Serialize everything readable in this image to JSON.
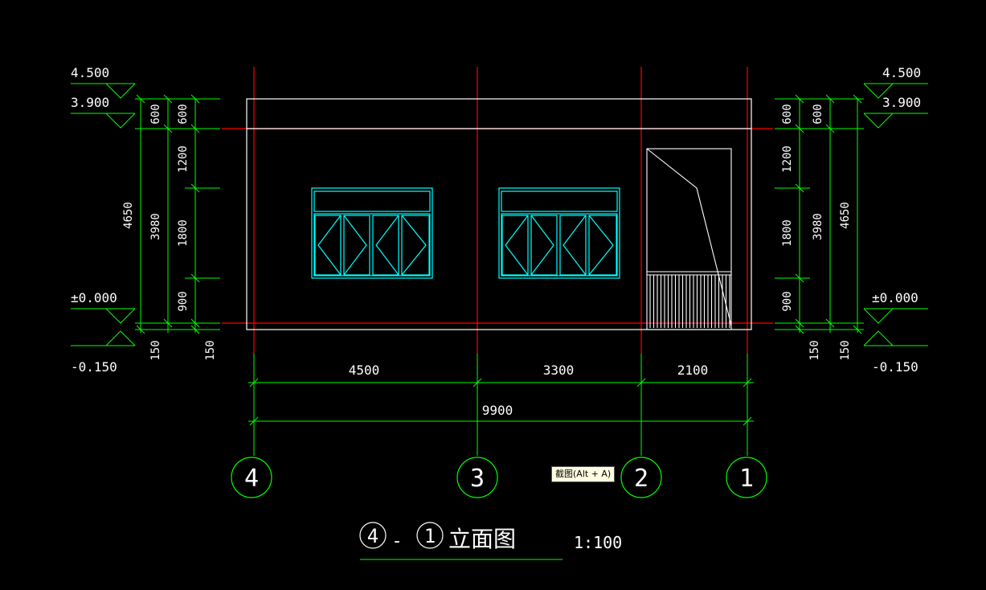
{
  "drawing": {
    "title": "立面图",
    "title_from_axis": "4",
    "title_to_axis": "1",
    "title_dash": "-",
    "scale": "1:100",
    "tooltip": "截图(Alt + A)"
  },
  "elevations": {
    "left": [
      "4.500",
      "3.900",
      "±0.000",
      "-0.150"
    ],
    "right": [
      "4.500",
      "3.900",
      "±0.000",
      "-0.150"
    ]
  },
  "vertical_dims": {
    "left": [
      "600",
      "600",
      "4650",
      "3980",
      "1200",
      "1800",
      "900",
      "150",
      "150"
    ],
    "right": [
      "600",
      "600",
      "1200",
      "3980",
      "4650",
      "1800",
      "900",
      "150",
      "150"
    ]
  },
  "horizontal_dims": [
    "4500",
    "3300",
    "2100",
    "9900"
  ],
  "axes": [
    "4",
    "3",
    "2",
    "1"
  ],
  "colors": {
    "background": "#000000",
    "dimension": "#00ff00",
    "axis_line": "#ff0000",
    "outline": "#ffffff",
    "window": "#00ffff",
    "text": "#ffffff",
    "tooltip_bg": "#ffffe1"
  }
}
